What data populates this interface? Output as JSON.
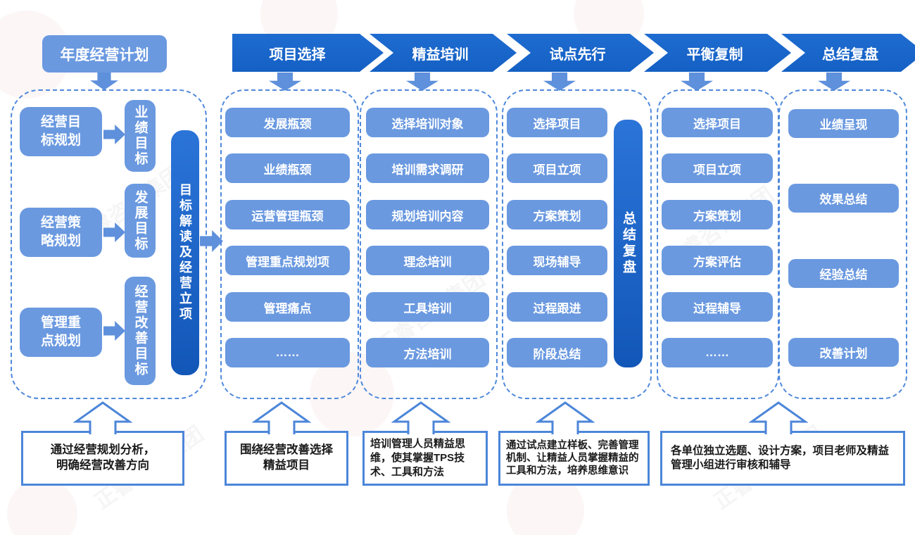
{
  "watermark": {
    "text": "正睿咨询集团"
  },
  "title": "年度经营计划",
  "stages": [
    "项目选择",
    "精益培训",
    "试点先行",
    "平衡复制",
    "总结复盘"
  ],
  "planning": {
    "rows": [
      {
        "box": "经营目\n标规划",
        "target": "业绩目标"
      },
      {
        "box": "经营策\n略规划",
        "target": "发展目标"
      },
      {
        "box": "管理重\n点规划",
        "target": "经营改善目标"
      }
    ],
    "sidebar": "目标解读及经营立项"
  },
  "columns": [
    {
      "items": [
        "发展瓶颈",
        "业绩瓶颈",
        "运营管理瓶颈",
        "管理重点规划项",
        "管理痛点",
        "……"
      ]
    },
    {
      "items": [
        "选择培训对象",
        "培训需求调研",
        "规划培训内容",
        "理念培训",
        "工具培训",
        "方法培训"
      ]
    },
    {
      "items": [
        "选择项目",
        "项目立项",
        "方案策划",
        "现场辅导",
        "过程跟进",
        "阶段总结"
      ],
      "sidebar": "总结复盘"
    },
    {
      "items": [
        "选择项目",
        "项目立项",
        "方案策划",
        "方案评估",
        "过程辅导",
        "……"
      ]
    },
    {
      "items": [
        "业绩呈现",
        "效果总结",
        "经验总结",
        "改善计划"
      ]
    }
  ],
  "notes": [
    "通过经营规划分析，\n明确经营改善方向",
    "围绕经营改善选择\n精益项目",
    "培训管理人员精益思维，使其掌握TPS技术、工具和方法",
    "通过试点建立样板、完善管理机制、让精益人员掌握精益的工具和方法，培养思维意识",
    "各单位独立选题、设计方案，项目老师及精益管理小组进行审核和辅导"
  ],
  "colors": {
    "primary_dark": "#1765CB",
    "primary_light": "#6A99E0",
    "arrow_light": "#5E90DC",
    "dashed_border": "#4F88DB",
    "note_border": "#4C86D9",
    "note_text": "#1A1A1A"
  }
}
